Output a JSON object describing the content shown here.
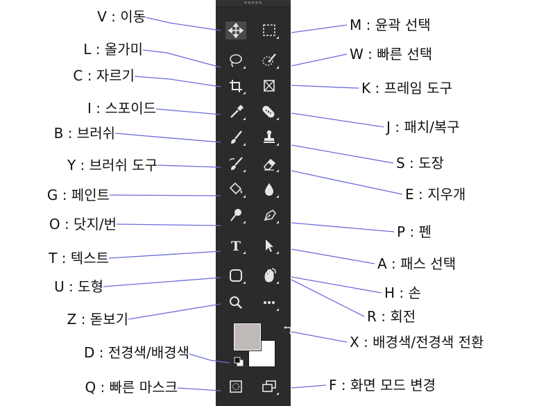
{
  "tool_labels": {
    "left": [
      {
        "id": "move",
        "text": "V : 이동"
      },
      {
        "id": "lasso",
        "text": "L : 올가미"
      },
      {
        "id": "crop",
        "text": "C : 자르기"
      },
      {
        "id": "eyedropper",
        "text": "I : 스포이드"
      },
      {
        "id": "brush",
        "text": "B : 브러쉬"
      },
      {
        "id": "history-brush",
        "text": "Y : 브러쉬 도구"
      },
      {
        "id": "paint-bucket",
        "text": "G : 페인트"
      },
      {
        "id": "dodge-burn",
        "text": "O : 닷지/번"
      },
      {
        "id": "text",
        "text": "T : 텍스트"
      },
      {
        "id": "shape",
        "text": "U : 도형"
      },
      {
        "id": "zoom",
        "text": "Z : 돋보기"
      },
      {
        "id": "colors",
        "text": "D : 전경색/배경색"
      },
      {
        "id": "quick-mask",
        "text": "Q : 빠른 마스크"
      }
    ],
    "right": [
      {
        "id": "marquee",
        "text": "M : 윤곽 선택"
      },
      {
        "id": "quick-select",
        "text": "W : 빠른 선택"
      },
      {
        "id": "frame",
        "text": "K : 프레임 도구"
      },
      {
        "id": "patch-heal",
        "text": "J : 패치/복구"
      },
      {
        "id": "stamp",
        "text": "S : 도장"
      },
      {
        "id": "eraser",
        "text": "E : 지우개"
      },
      {
        "id": "pen",
        "text": "P : 펜"
      },
      {
        "id": "path-select",
        "text": "A : 패스 선택"
      },
      {
        "id": "hand",
        "text": "H : 손"
      },
      {
        "id": "rotate",
        "text": "R : 회전"
      },
      {
        "id": "swap-colors",
        "text": "X : 배경색/전경색 전환"
      },
      {
        "id": "screen-mode",
        "text": "F : 화면 모드 변경"
      }
    ]
  },
  "icons": {
    "col1": [
      "move-icon",
      "lasso-icon",
      "crop-icon",
      "eyedropper-icon",
      "brush-icon",
      "history-brush-icon",
      "paint-bucket-icon",
      "dodge-icon",
      "type-icon",
      "rectangle-shape-icon",
      "zoom-icon"
    ],
    "col2": [
      "marquee-icon",
      "quick-selection-icon",
      "frame-icon",
      "healing-brush-icon",
      "stamp-icon",
      "eraser-icon",
      "blur-drop-icon",
      "pen-icon",
      "path-selection-arrow-icon",
      "rotate-view-hand-icon",
      "more-tools-icon"
    ]
  },
  "colors": {
    "toolbar_bg": "#2b2b2b",
    "leader_line": "#6b6bdc",
    "foreground_swatch": "#bfb9b8",
    "background_swatch": "#ffffff"
  }
}
